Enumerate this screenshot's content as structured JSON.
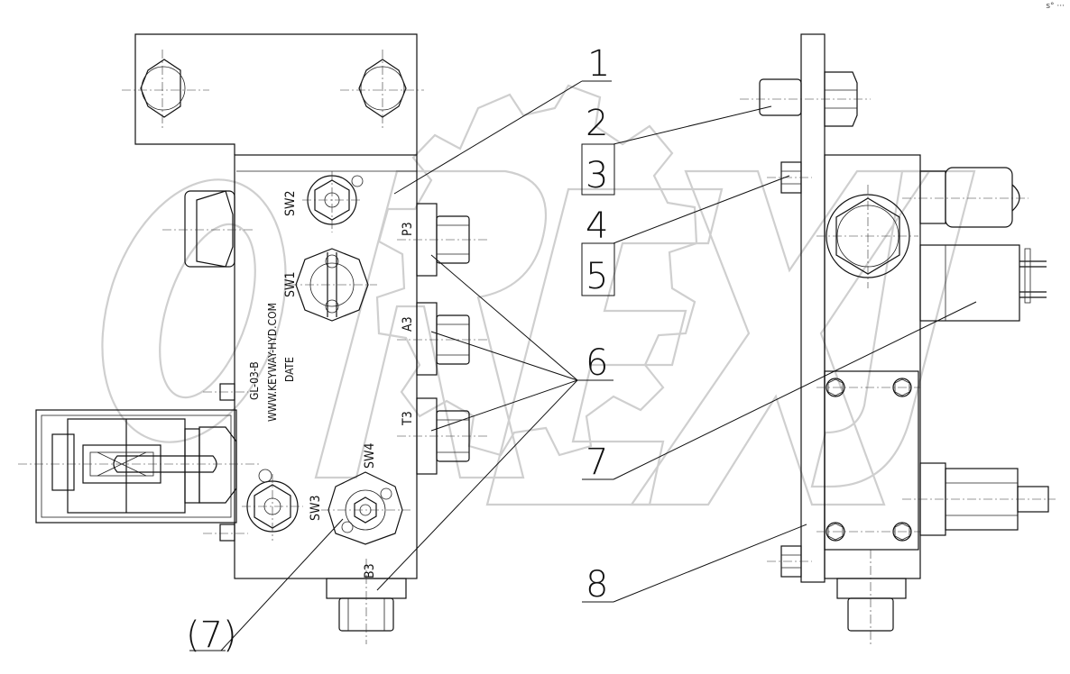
{
  "corner_mark": "s° ···",
  "callouts": [
    "1",
    "2",
    "3",
    "4",
    "5",
    "6",
    "7",
    "8",
    "(7)"
  ],
  "ports": {
    "p3": "P3",
    "a3": "A3",
    "t3": "T3",
    "b3": "B3",
    "sw1": "SW1",
    "sw2": "SW2",
    "sw3": "SW3",
    "sw4": "SW4"
  },
  "engraving": {
    "model": "GL-03-B",
    "website": "WWW.KEYWAY-HYD.COM",
    "date": "DATE"
  },
  "watermark": {
    "text": "OREX"
  }
}
